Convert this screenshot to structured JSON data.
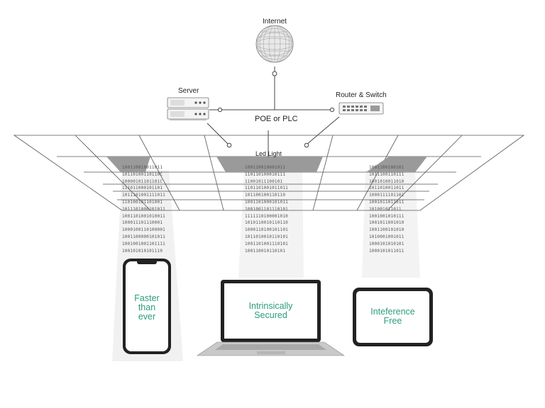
{
  "labels": {
    "internet": "Internet",
    "server": "Server",
    "router_switch": "Router & Switch",
    "poe_plc": "POE or PLC",
    "led_light": "Led Light"
  },
  "devices": {
    "phone": {
      "line1": "Faster",
      "line2": "than",
      "line3": "ever"
    },
    "laptop": {
      "line1": "Intrinsically",
      "line2": "Secured"
    },
    "tablet": {
      "line1": "Inteference",
      "line2": "Free"
    }
  },
  "binary_streams": {
    "left": [
      "100110010011011",
      "10110100110110C",
      "10000101101101C",
      "111011000101101",
      "1011101001111011",
      "110100101101001",
      "1011101000101011",
      "1001101001010011",
      "100011101110001",
      "1000100110100001",
      "1001100000101011",
      "1001001001101111",
      "100101010101110"
    ],
    "center": [
      "100110010001011",
      "110110100010111",
      "11001011100101",
      "1101101001011011",
      "101100100110110",
      "1001101000101011",
      "1001001101110101",
      "1111110100001010",
      "1010110010110110",
      "1000110100101101",
      "1011010010110101",
      "1001101001110101",
      "100110010110101"
    ],
    "right": [
      "1001100100101",
      "1011100110111",
      "1001010011010",
      "1011010011011",
      "1000111101101",
      "1001011011011",
      "101001011011",
      "1001001010111",
      "1001011001010",
      "1001100101010",
      "1010001001011",
      "1000101010101",
      "1000101011011"
    ]
  },
  "colors": {
    "accent_green": "#2a9d7e",
    "line": "#444444",
    "light_cone": "#f1f1f1",
    "panel_dark": "#9a9a9a"
  }
}
